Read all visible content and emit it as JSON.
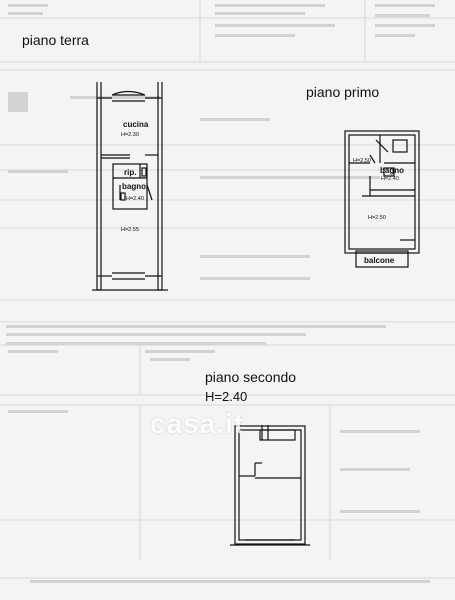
{
  "floors": {
    "ground": {
      "title": "piano terra",
      "rooms": [
        {
          "name": "cucina",
          "height": "H=2.30"
        },
        {
          "name": "rip.",
          "height": ""
        },
        {
          "name": "bagno",
          "height": "H=2.40"
        },
        {
          "name": "",
          "height": "H=2.55"
        }
      ]
    },
    "first": {
      "title": "piano primo",
      "rooms": [
        {
          "name": "",
          "height": "H=2.50"
        },
        {
          "name": "bagno",
          "height": "H=2.40"
        },
        {
          "name": "",
          "height": "H=2.50"
        }
      ],
      "balcony": "balcone"
    },
    "second": {
      "title": "piano secondo",
      "height": "H=2.40"
    }
  },
  "watermark": "casa.it",
  "colors": {
    "paper": "#f4f4f2",
    "ink": "#111111",
    "faint": "#c9c9c7"
  }
}
